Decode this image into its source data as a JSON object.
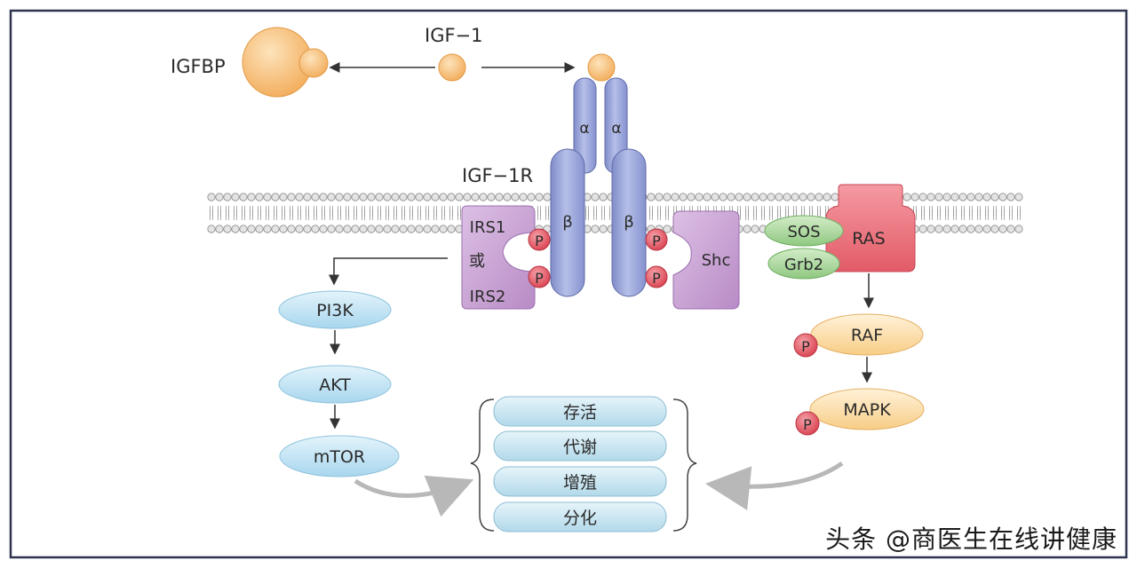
{
  "ligands": {
    "igfbp": "IGFBP",
    "igf1": "IGF−1"
  },
  "receptor": {
    "name": "IGF−1R",
    "alpha": "α",
    "beta": "β"
  },
  "phospho": "P",
  "adaptors": {
    "irs1": "IRS1",
    "or": "或",
    "irs2": "IRS2",
    "shc": "Shc",
    "sos": "SOS",
    "grb2": "Grb2",
    "ras": "RAS"
  },
  "pi3k_path": [
    "PI3K",
    "AKT",
    "mTOR"
  ],
  "mapk_path": [
    "RAF",
    "MAPK"
  ],
  "outcomes": [
    "存活",
    "代谢",
    "增殖",
    "分化"
  ],
  "watermark": "头条 @商医生在线讲健康",
  "colors": {
    "frame": "#2f3550",
    "receptor": "#9aa6d8",
    "receptor_stroke": "#5f6aa8",
    "igf": "#f7bd6e",
    "adaptor": "#c9a3d3",
    "ras": "#ef6f7a",
    "green": "#9bd08f",
    "blue_pill": "#bfe3f3",
    "orange_pill": "#fbd79a",
    "phospho": "#e8616e"
  }
}
